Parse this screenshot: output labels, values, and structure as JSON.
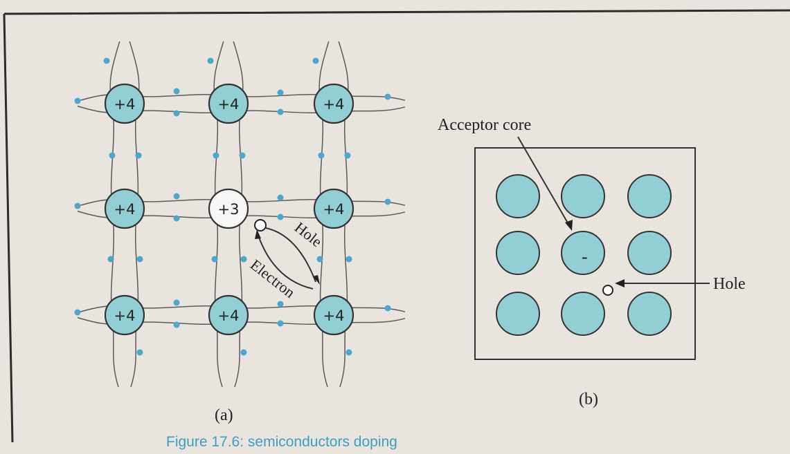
{
  "diagram_a": {
    "label": "(a)",
    "atoms": [
      {
        "row": 0,
        "col": 0,
        "charge": "+4"
      },
      {
        "row": 0,
        "col": 1,
        "charge": "+4"
      },
      {
        "row": 0,
        "col": 2,
        "charge": "+4"
      },
      {
        "row": 1,
        "col": 0,
        "charge": "+4"
      },
      {
        "row": 1,
        "col": 1,
        "charge": "+3"
      },
      {
        "row": 1,
        "col": 2,
        "charge": "+4"
      },
      {
        "row": 2,
        "col": 0,
        "charge": "+4"
      },
      {
        "row": 2,
        "col": 1,
        "charge": "+4"
      },
      {
        "row": 2,
        "col": 2,
        "charge": "+4"
      }
    ],
    "hole_label": "Hole",
    "electron_label": "Electron"
  },
  "diagram_b": {
    "label": "(b)",
    "acceptor_label": "Acceptor core",
    "hole_label": "Hole",
    "ion_sign": "-"
  },
  "caption": "Figure 17.6: semiconductors doping",
  "colors": {
    "atom_fill": "#92cfd5",
    "electron": "#4aa8cf",
    "line": "#555555",
    "caption": "#3a9fc0"
  }
}
